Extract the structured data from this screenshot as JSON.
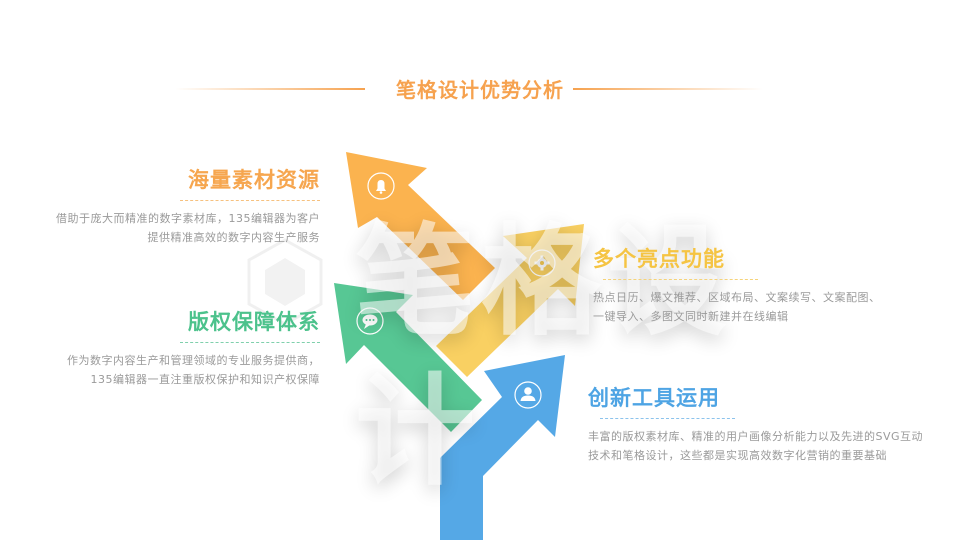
{
  "header": {
    "title": "笔格设计优势分析"
  },
  "watermark": {
    "text": "笔格设计"
  },
  "colors": {
    "orange": "#fbb34f",
    "yellow": "#f8cc55",
    "green": "#4ec48e",
    "blue": "#55a8e6",
    "text_gray": "#9a9a9a"
  },
  "blocks": [
    {
      "title": "海量素材资源",
      "desc_lines": [
        "借助于庞大而精准的数字素材库，135编辑器为客户",
        "提供精准高效的数字内容生产服务"
      ],
      "icon": "bell-icon",
      "color": "orange"
    },
    {
      "title": "版权保障体系",
      "desc_lines": [
        "作为数字内容生产和管理领域的专业服务提供商，",
        "135编辑器一直注重版权保护和知识产权保障"
      ],
      "icon": "chat-icon",
      "color": "green"
    },
    {
      "title": "多个亮点功能",
      "desc_lines": [
        "热点日历、爆文推荐、区域布局、文案续写、文案配图、",
        "一键导入、多图文同时新建并在线编辑"
      ],
      "icon": "gear-icon",
      "color": "yellow"
    },
    {
      "title": "创新工具运用",
      "desc_lines": [
        "丰富的版权素材库、精准的用户画像分析能力以及先进的SVG互动",
        "技术和笔格设计，这些都是实现高效数字化营销的重要基础"
      ],
      "icon": "user-icon",
      "color": "blue"
    }
  ]
}
